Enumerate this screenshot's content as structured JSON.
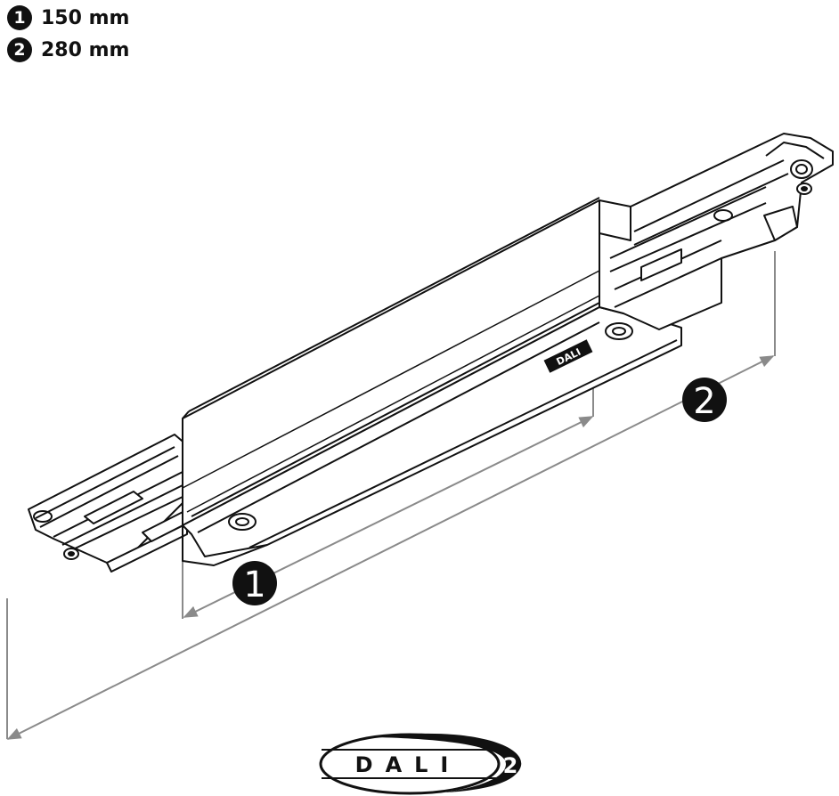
{
  "legend": [
    {
      "marker": "1",
      "value": "150 mm"
    },
    {
      "marker": "2",
      "value": "280 mm"
    }
  ],
  "callouts": {
    "short": "1",
    "long": "2"
  },
  "device_label": "DALI",
  "logo": {
    "text": "DALI",
    "version": "2"
  }
}
